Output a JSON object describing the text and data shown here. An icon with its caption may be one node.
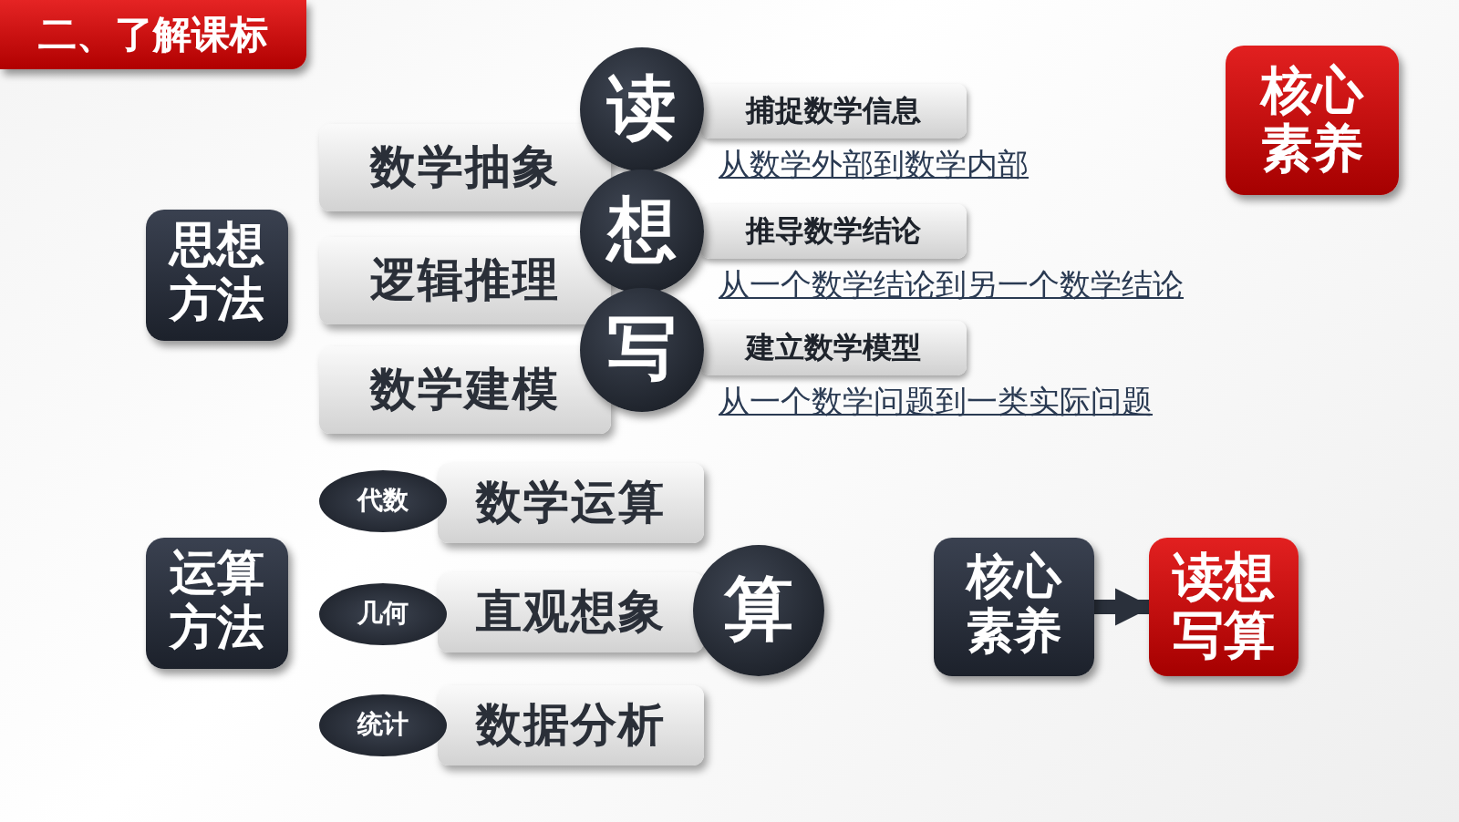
{
  "diagram": {
    "title": "二、了解课标",
    "nodes": [
      {
        "text": [
          "思想方法"
        ]
      },
      {
        "text": [
          "数学抽象"
        ]
      },
      {
        "text": [
          "逻辑推理"
        ]
      },
      {
        "text": [
          "数学建模"
        ]
      },
      {
        "text": [
          "读"
        ]
      },
      {
        "text": [
          "捕捉数学信息"
        ],
        "beside": [
          "从数学外部到数学内部"
        ]
      },
      {
        "text": [
          "想"
        ]
      },
      {
        "text": [
          "推导数学结论"
        ],
        "beside": [
          "从一个数学结论到另一个数学结论"
        ]
      },
      {
        "text": [
          "写"
        ]
      },
      {
        "text": [
          "建立数学模型"
        ],
        "beside": [
          "从一个数学问题到一类实际问题"
        ]
      },
      {
        "text": [
          "核心素养"
        ]
      },
      {
        "text": [
          "运算方法"
        ]
      },
      {
        "text": [
          "代数"
        ]
      },
      {
        "text": [
          "数学运算"
        ]
      },
      {
        "text": [
          "几何"
        ]
      },
      {
        "text": [
          "直观想象"
        ]
      },
      {
        "text": [
          "算"
        ]
      },
      {
        "text": [
          "统计"
        ]
      },
      {
        "text": [
          "数据分析"
        ]
      },
      {
        "text": [
          "核心素养"
        ]
      },
      {
        "text": [
          "读想写算"
        ]
      }
    ],
    "edges": [
      {
        "from": 19,
        "to": 20,
        "arrow": "to"
      }
    ]
  }
}
